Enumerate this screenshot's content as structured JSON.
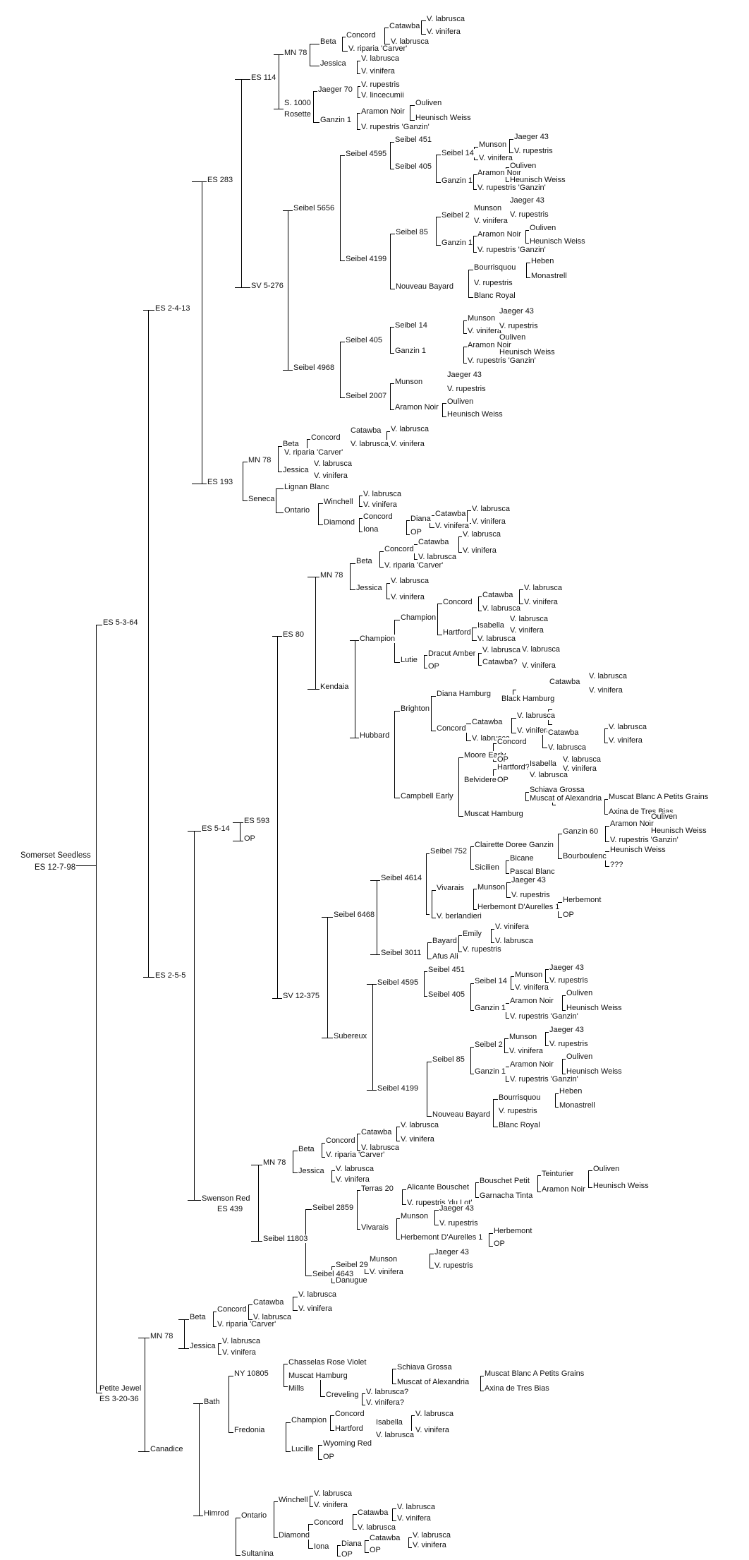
{
  "pedigree": {
    "root": {
      "line1": "Somerset Seedless",
      "line2": "ES 12-7-98"
    },
    "parents": [
      "ES 5-3-64",
      "Petite Jewel"
    ],
    "petite_jewel_id": "ES 3-20-36",
    "es5364": {
      "parents": [
        "ES 2-4-13",
        "ES 2-5-5"
      ]
    },
    "es2413": {
      "parents": [
        "ES 283",
        "ES 193"
      ]
    },
    "es283": {
      "parents": [
        "ES 114",
        "SV 5-276"
      ]
    },
    "es114": {
      "mn78": "MN 78",
      "beta": "Beta",
      "concord": "Concord",
      "catawba": "Catawba",
      "v_labrusca": "V. labrusca",
      "v_vinifera": "V. vinifera",
      "v_riparia_carver": "V. riparia 'Carver'",
      "jessica": "Jessica",
      "s1000_line1": "S. 1000",
      "s1000_line2": "Rosette",
      "jaeger70": "Jaeger 70",
      "v_rupestris": "V. rupestris",
      "v_lincecumii": "V. lincecumii",
      "ganzin1": "Ganzin 1",
      "aramon_noir": "Aramon Noir",
      "ouliven": "Ouliven",
      "heunisch_weiss": "Heunisch Weiss",
      "v_rupestris_ganzin": "V. rupestris 'Ganzin'"
    },
    "sv5276": {
      "seibel5656": "Seibel 5656",
      "seibel4595": "Seibel 4595",
      "seibel451": "Seibel 451",
      "seibel405": "Seibel 405",
      "seibel14": "Seibel 14",
      "munson": "Munson",
      "jaeger43": "Jaeger 43",
      "seibel4199": "Seibel 4199",
      "seibel85": "Seibel 85",
      "seibel2": "Seibel 2",
      "nouveau_bayard": "Nouveau Bayard",
      "bourrisquou": "Bourrisquou",
      "heben": "Heben",
      "monastrell": "Monastrell",
      "blanc_royal": "Blanc Royal",
      "seibel4968": "Seibel 4968",
      "seibel2007": "Seibel 2007"
    },
    "es193": {
      "seneca": "Seneca",
      "lignan_blanc": "Lignan Blanc",
      "ontario": "Ontario",
      "winchell": "Winchell",
      "diamond": "Diamond",
      "iona": "Iona",
      "diana": "Diana",
      "op": "OP"
    },
    "es255": {
      "parents": [
        "ES 5-14",
        "Swenson Red"
      ],
      "swenson_id": "ES 439"
    },
    "es514": {
      "es593": "ES 593",
      "op": "OP",
      "es80": "ES 80",
      "kendaia": "Kendaia",
      "champion": "Champion",
      "hartford": "Hartford",
      "isabella": "Isabella",
      "lutie": "Lutie",
      "dracut_amber": "Dracut Amber",
      "catawba_q": "Catawba?",
      "hubbard": "Hubbard",
      "brighton": "Brighton",
      "diana_hamburg": "Diana Hamburg",
      "black_hamburg": "Black Hamburg",
      "campbell_early": "Campbell Early",
      "moore_early": "Moore Early",
      "belvidere": "Belvidere",
      "hartford_q": "Hartford?",
      "muscat_hamburg": "Muscat Hamburg",
      "schiava_grossa": "Schiava Grossa",
      "muscat_alexandria": "Muscat of Alexandria",
      "muscat_blanc": "Muscat Blanc A Petits Grains",
      "axina": "Axina de Tres Bias",
      "sv12375": "SV 12-375",
      "seibel6468": "Seibel 6468",
      "seibel4614": "Seibel 4614",
      "seibel752": "Seibel 752",
      "clairette": "Clairette Doree Ganzin",
      "ganzin60": "Ganzin 60",
      "sicilien": "Sicilien",
      "bicane": "Bicane",
      "pascal_blanc": "Pascal Blanc",
      "bourboulenc": "Bourboulenc",
      "qqq": "???",
      "vivarais": "Vivarais",
      "herbemont_da1": "Herbemont D'Aurelles 1",
      "herbemont": "Herbemont",
      "v_berlandieri": "V. berlandieri",
      "seibel3011": "Seibel 3011",
      "bayard": "Bayard",
      "emily": "Emily",
      "afus_ali": "Afus Ali",
      "subereux": "Subereux"
    },
    "swenson": {
      "seibel11803": "Seibel 11803",
      "seibel2859": "Seibel 2859",
      "terras20": "Terras 20",
      "alicante_bouschet": "Alicante Bouschet",
      "bouschet_petit": "Bouschet Petit",
      "teinturier": "Teinturier",
      "garnacha_tinta": "Garnacha Tinta",
      "v_rupestris_dulot": "V. rupestris 'du Lot'",
      "seibel4643": "Seibel 4643",
      "seibel29": "Seibel 29",
      "danugue": "Danugue"
    },
    "petite": {
      "canadice": "Canadice",
      "bath": "Bath",
      "ny10805": "NY 10805",
      "chasselas": "Chasselas Rose Violet",
      "mills": "Mills",
      "creveling": "Creveling",
      "v_labrusca_q": "V. labrusca?",
      "v_vinifera_q": "V. vinifera?",
      "fredonia": "Fredonia",
      "lucille": "Lucille",
      "wyoming_red": "Wyoming Red",
      "himrod": "Himrod",
      "sultanina": "Sultanina"
    }
  }
}
